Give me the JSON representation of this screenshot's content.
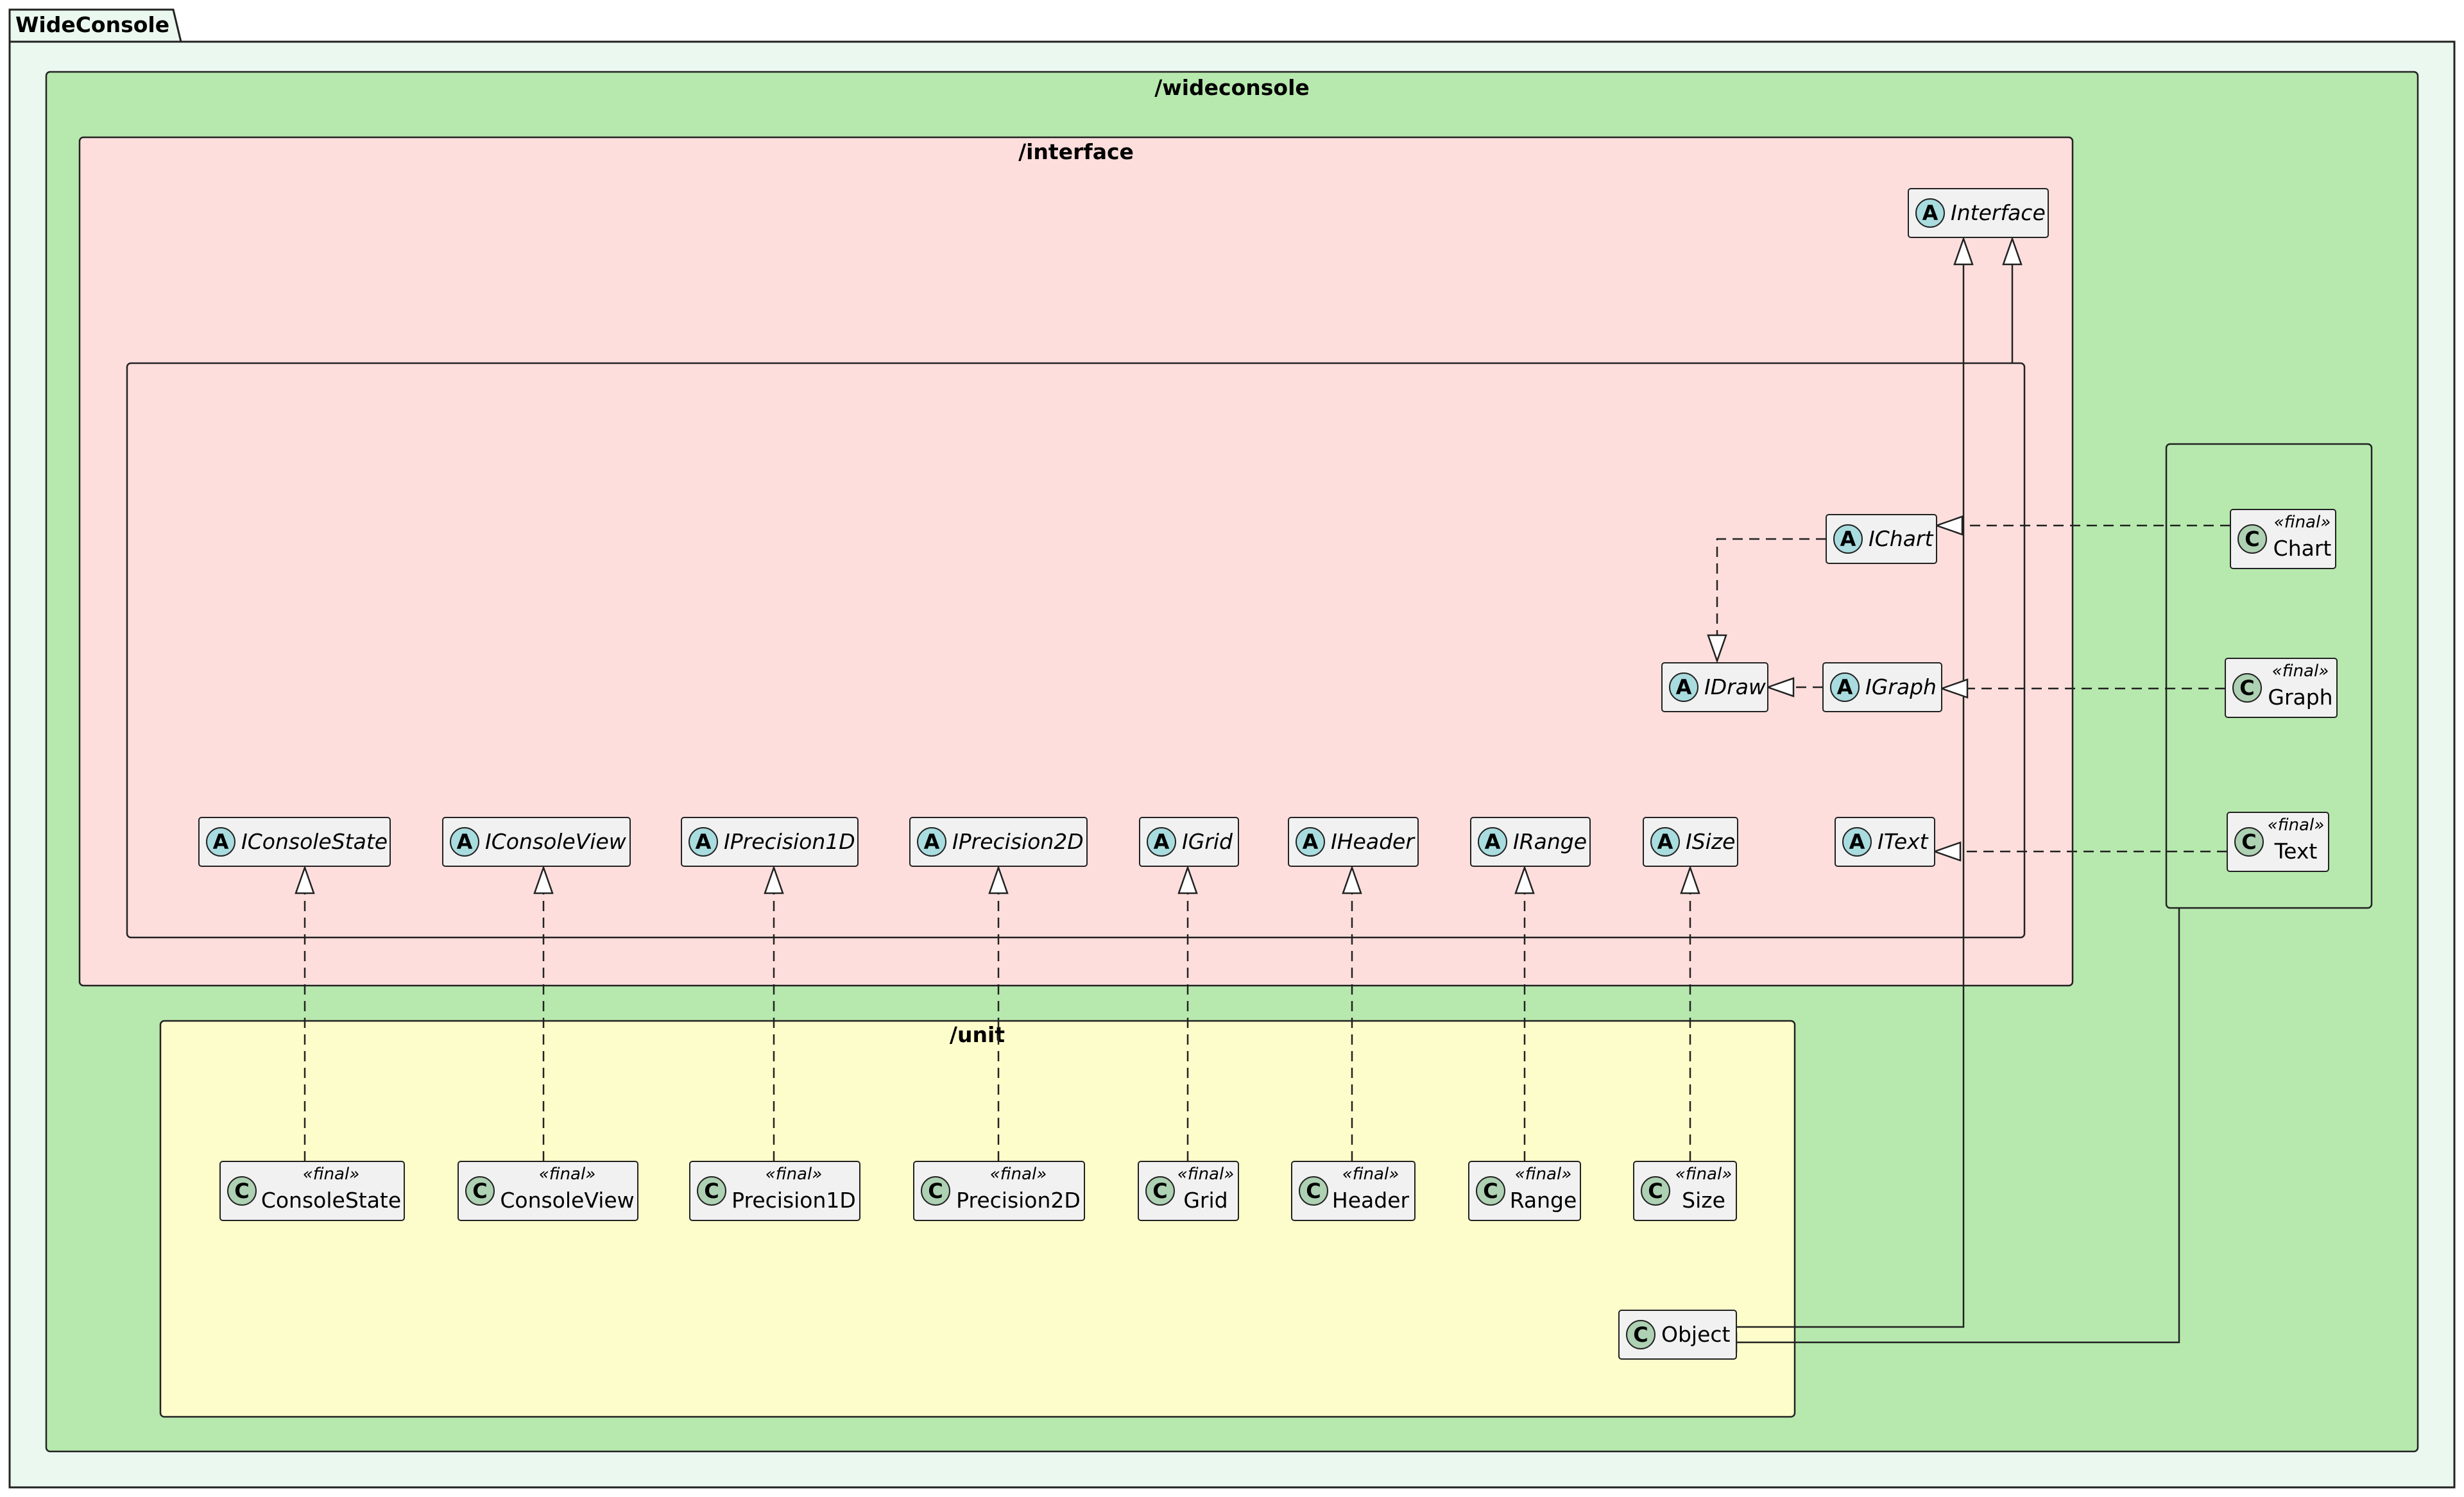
{
  "diagram": {
    "package_tab": "WideConsole",
    "packages": {
      "wideconsole": "/wideconsole",
      "interface": "/interface",
      "unit": "/unit"
    },
    "stereotype": "«final»",
    "abstract_marker": "A",
    "class_marker": "C",
    "interfaces": {
      "interface": "Interface",
      "ichart": "IChart",
      "idraw": "IDraw",
      "igraph": "IGraph",
      "itext": "IText",
      "iconsolestate": "IConsoleState",
      "iconsoleview": "IConsoleView",
      "iprecision1d": "IPrecision1D",
      "iprecision2d": "IPrecision2D",
      "igrid": "IGrid",
      "iheader": "IHeader",
      "irange": "IRange",
      "isize": "ISize"
    },
    "classes": {
      "chart": "Chart",
      "graph": "Graph",
      "text": "Text",
      "consolestate": "ConsoleState",
      "consoleview": "ConsoleView",
      "precision1d": "Precision1D",
      "precision2d": "Precision2D",
      "grid": "Grid",
      "header": "Header",
      "range": "Range",
      "size": "Size",
      "object": "Object"
    },
    "colors": {
      "outer_bg": "#EAF8EF",
      "wideconsole_bg": "#B7E9AE",
      "interface_bg": "#FDDEDC",
      "unit_bg": "#FDFCCB",
      "class_bg": "#F1F1F1",
      "abstract_circle": "#A9DCDF",
      "class_circle": "#ADD1B2",
      "line": "#222222"
    }
  }
}
